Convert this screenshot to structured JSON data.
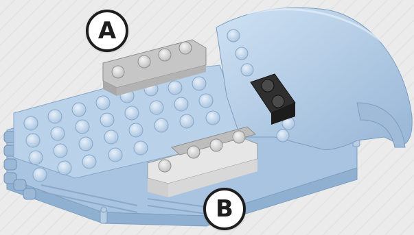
{
  "callouts": {
    "a": "A",
    "b": "B"
  },
  "colors": {
    "brick_light_blue": "#b4cde6",
    "brick_light_blue_shadow": "#8fb0d0",
    "brick_gray": "#c9c9c9",
    "brick_white": "#ececec",
    "brick_black": "#2b2b2b",
    "background": "#e9e9e9"
  },
  "icons": [
    "lego-assembly-illustration"
  ]
}
